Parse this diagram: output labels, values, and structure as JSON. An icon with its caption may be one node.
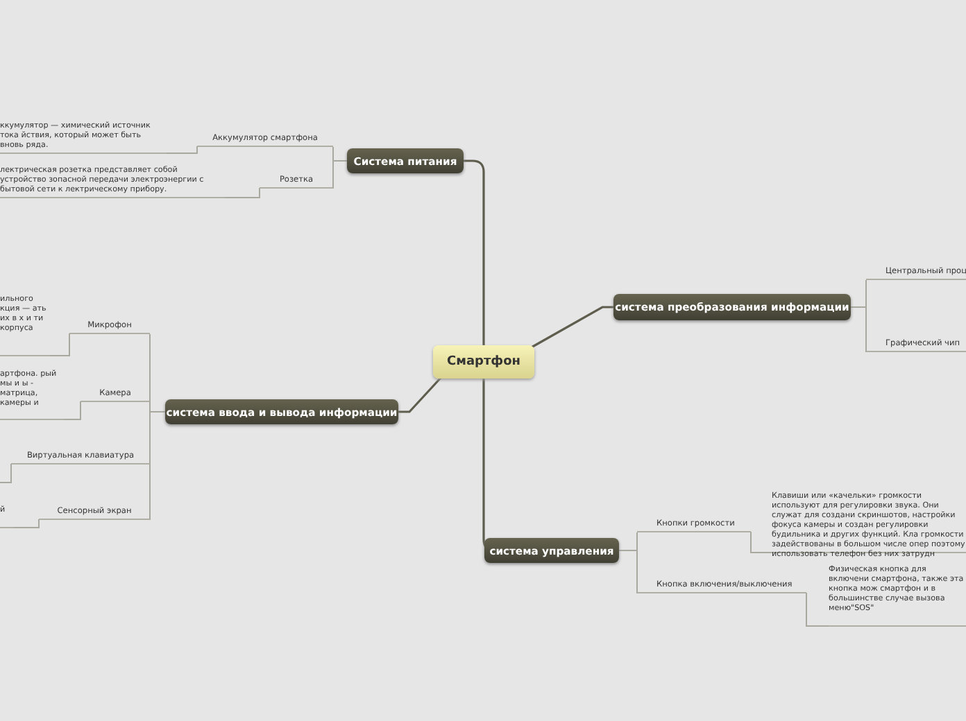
{
  "diagram": {
    "nodes": [
      {
        "text": [
          "Смартфон"
        ]
      },
      {
        "text": [
          "Система питания"
        ]
      },
      {
        "text": [
          "Аккумулятор смартфона"
        ]
      },
      {
        "text": [
          "ккумулятор — химический источник тока йствия, который может быть вновь ряда."
        ]
      },
      {
        "text": [
          "Розетка"
        ]
      },
      {
        "text": [
          "лектрическая розетка представляет собой устройство зопасной передачи электроэнергии с бытовой сети к лектрическому прибору."
        ]
      },
      {
        "text": [
          "система преобразования информации"
        ]
      },
      {
        "text": [
          "Центральный проц"
        ]
      },
      {
        "text": [
          "Графический чип"
        ]
      },
      {
        "text": [
          "система ввода и вывода информации"
        ]
      },
      {
        "text": [
          "Микрофон"
        ]
      },
      {
        "text": [
          "ильного кция — ать их в х и ти корпуса"
        ]
      },
      {
        "text": [
          "Камера"
        ]
      },
      {
        "text": [
          "артфона. рый мы и ы - матрица, камеры и"
        ]
      },
      {
        "text": [
          "Виртуальная клавиатура"
        ]
      },
      {
        "text": [
          "Сенсорный экран"
        ]
      },
      {
        "text": [
          "й"
        ]
      },
      {
        "text": [
          "система управления"
        ]
      },
      {
        "text": [
          "Кнопки громкости"
        ]
      },
      {
        "text": [
          "Клавиши или «качельки» громкости используют для регулировки звука. Они служат для создани скриншотов, настройки фокуса камеры и создан регулировки будильника и других функций. Кла громкости задействованы в большом числе опер поэтому использовать телефон без них затрудн"
        ]
      },
      {
        "text": [
          "Кнопка включения/выключения"
        ]
      },
      {
        "text": [
          "Физическая кнопка для включени смартфона, также эта кнопка мож смартфон и в большинстве случае вызова меню\"SOS\""
        ]
      }
    ],
    "edges": [
      {
        "from": 0,
        "to": 1,
        "arrow": "none"
      },
      {
        "from": 1,
        "to": 2,
        "arrow": "none"
      },
      {
        "from": 2,
        "to": 3,
        "arrow": "none"
      },
      {
        "from": 1,
        "to": 4,
        "arrow": "none"
      },
      {
        "from": 4,
        "to": 5,
        "arrow": "none"
      },
      {
        "from": 0,
        "to": 6,
        "arrow": "none"
      },
      {
        "from": 6,
        "to": 7,
        "arrow": "none"
      },
      {
        "from": 6,
        "to": 8,
        "arrow": "none"
      },
      {
        "from": 0,
        "to": 9,
        "arrow": "none"
      },
      {
        "from": 9,
        "to": 10,
        "arrow": "none"
      },
      {
        "from": 10,
        "to": 11,
        "arrow": "none"
      },
      {
        "from": 9,
        "to": 12,
        "arrow": "none"
      },
      {
        "from": 12,
        "to": 13,
        "arrow": "none"
      },
      {
        "from": 9,
        "to": 14,
        "arrow": "none"
      },
      {
        "from": 14,
        "to": null,
        "arrow": "none"
      },
      {
        "from": 9,
        "to": 15,
        "arrow": "none"
      },
      {
        "from": 15,
        "to": 16,
        "arrow": "none"
      },
      {
        "from": 0,
        "to": 17,
        "arrow": "none"
      },
      {
        "from": 17,
        "to": 18,
        "arrow": "none"
      },
      {
        "from": 18,
        "to": 19,
        "arrow": "none"
      },
      {
        "from": 17,
        "to": 20,
        "arrow": "none"
      },
      {
        "from": 20,
        "to": 21,
        "arrow": "none"
      }
    ]
  }
}
